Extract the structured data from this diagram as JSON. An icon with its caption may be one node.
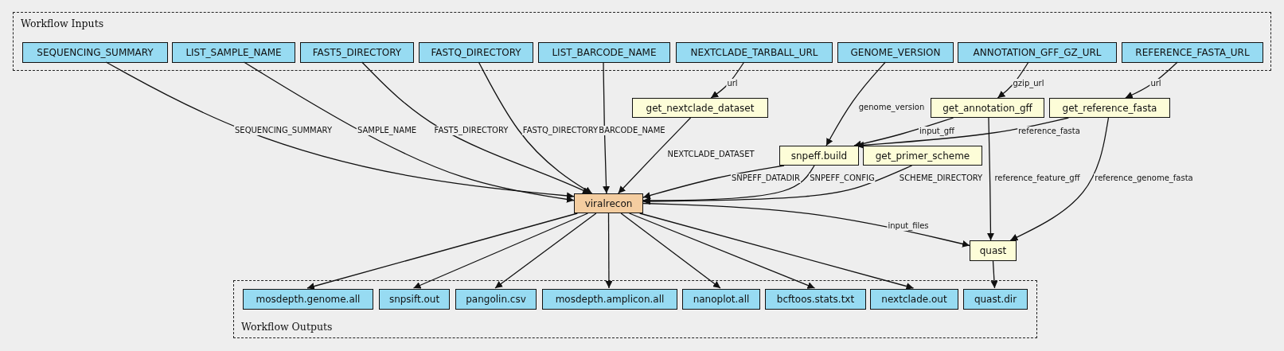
{
  "diagram": {
    "nodes": [
      {
        "text": [
          "Workflow Inputs"
        ]
      },
      {
        "text": [
          "SEQUENCING_SUMMARY"
        ],
        "in": 0
      },
      {
        "text": [
          "LIST_SAMPLE_NAME"
        ],
        "in": 0
      },
      {
        "text": [
          "FAST5_DIRECTORY"
        ],
        "in": 0
      },
      {
        "text": [
          "FASTQ_DIRECTORY"
        ],
        "in": 0
      },
      {
        "text": [
          "LIST_BARCODE_NAME"
        ],
        "in": 0
      },
      {
        "text": [
          "NEXTCLADE_TARBALL_URL"
        ],
        "in": 0
      },
      {
        "text": [
          "GENOME_VERSION"
        ],
        "in": 0
      },
      {
        "text": [
          "ANNOTATION_GFF_GZ_URL"
        ],
        "in": 0
      },
      {
        "text": [
          "REFERENCE_FASTA_URL"
        ],
        "in": 0
      },
      {
        "text": [
          "get_nextclade_dataset"
        ]
      },
      {
        "text": [
          "get_annotation_gff"
        ]
      },
      {
        "text": [
          "get_reference_fasta"
        ]
      },
      {
        "text": [
          "snpeff.build"
        ]
      },
      {
        "text": [
          "get_primer_scheme"
        ]
      },
      {
        "text": [
          "viralrecon"
        ]
      },
      {
        "text": [
          "quast"
        ]
      },
      {
        "text": [
          "Workflow Outputs"
        ]
      },
      {
        "text": [
          "mosdepth.genome.all"
        ],
        "in": 17
      },
      {
        "text": [
          "snpsift.out"
        ],
        "in": 17
      },
      {
        "text": [
          "pangolin.csv"
        ],
        "in": 17
      },
      {
        "text": [
          "mosdepth.amplicon.all"
        ],
        "in": 17
      },
      {
        "text": [
          "nanoplot.all"
        ],
        "in": 17
      },
      {
        "text": [
          "bcftoos.stats.txt"
        ],
        "in": 17
      },
      {
        "text": [
          "nextclade.out"
        ],
        "in": 17
      },
      {
        "text": [
          "quast.dir"
        ],
        "in": 17
      }
    ],
    "edges": [
      {
        "from": 1,
        "to": 15,
        "arrow": "to",
        "label": "SEQUENCING_SUMMARY"
      },
      {
        "from": 2,
        "to": 15,
        "arrow": "to",
        "label": "SAMPLE_NAME"
      },
      {
        "from": 3,
        "to": 15,
        "arrow": "to",
        "label": "FAST5_DIRECTORY"
      },
      {
        "from": 4,
        "to": 15,
        "arrow": "to",
        "label": "FASTQ_DIRECTORY"
      },
      {
        "from": 5,
        "to": 15,
        "arrow": "to",
        "label": "BARCODE_NAME"
      },
      {
        "from": 6,
        "to": 10,
        "arrow": "to",
        "label": "url"
      },
      {
        "from": 7,
        "to": 13,
        "arrow": "to",
        "label": "genome_version"
      },
      {
        "from": 8,
        "to": 11,
        "arrow": "to",
        "label": "gzip_url"
      },
      {
        "from": 9,
        "to": 12,
        "arrow": "to",
        "label": "url"
      },
      {
        "from": 10,
        "to": 15,
        "arrow": "to",
        "label": "NEXTCLADE_DATASET"
      },
      {
        "from": 11,
        "to": 13,
        "arrow": "to",
        "label": "input_gff"
      },
      {
        "from": 12,
        "to": 13,
        "arrow": "to",
        "label": "reference_fasta"
      },
      {
        "from": 13,
        "to": 15,
        "arrow": "to",
        "label": "SNPEFF_DATADIR"
      },
      {
        "from": 13,
        "to": 15,
        "arrow": "to",
        "label": "SNPEFF_CONFIG"
      },
      {
        "from": 14,
        "to": 15,
        "arrow": "to",
        "label": "SCHEME_DIRECTORY"
      },
      {
        "from": 11,
        "to": 16,
        "arrow": "to",
        "label": "reference_feature_gff"
      },
      {
        "from": 12,
        "to": 16,
        "arrow": "to",
        "label": "reference_genome_fasta"
      },
      {
        "from": 15,
        "to": 16,
        "arrow": "to",
        "label": "input_files"
      },
      {
        "from": 15,
        "to": 18,
        "arrow": "to"
      },
      {
        "from": 15,
        "to": 19,
        "arrow": "to"
      },
      {
        "from": 15,
        "to": 20,
        "arrow": "to"
      },
      {
        "from": 15,
        "to": 21,
        "arrow": "to"
      },
      {
        "from": 15,
        "to": 22,
        "arrow": "to"
      },
      {
        "from": 15,
        "to": 23,
        "arrow": "to"
      },
      {
        "from": 15,
        "to": 24,
        "arrow": "to"
      },
      {
        "from": 16,
        "to": 25,
        "arrow": "to"
      }
    ]
  }
}
